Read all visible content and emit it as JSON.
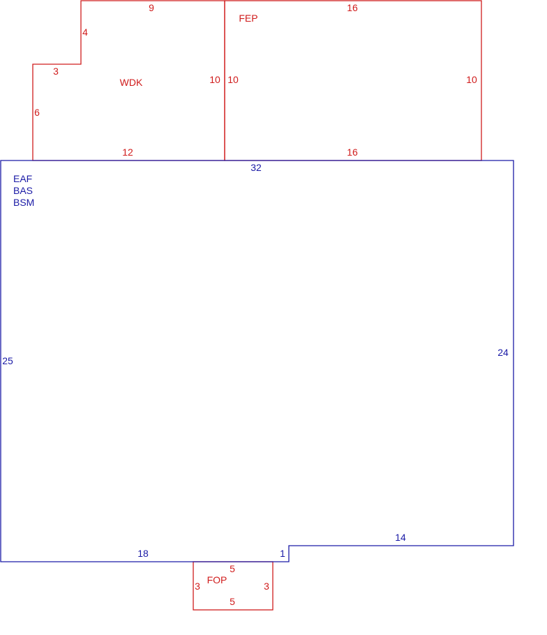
{
  "colors": {
    "red": "#d01c1c",
    "blue": "#1a1aa6"
  },
  "main": {
    "codes": [
      "EAF",
      "BAS",
      "BSM"
    ],
    "dims": {
      "top": "32",
      "left": "25",
      "right": "24",
      "bottom_left": "18",
      "step": "1",
      "bottom_right": "14"
    }
  },
  "wdk": {
    "label": "WDK",
    "dims": {
      "top": "9",
      "left_upper": "4",
      "step": "3",
      "left_lower": "6",
      "right": "10",
      "bottom": "12"
    }
  },
  "fep": {
    "label": "FEP",
    "dims": {
      "top": "16",
      "left": "10",
      "right": "10",
      "bottom": "16"
    }
  },
  "fop": {
    "label": "FOP",
    "dims": {
      "top": "5",
      "left": "3",
      "right": "3",
      "bottom": "5"
    }
  }
}
